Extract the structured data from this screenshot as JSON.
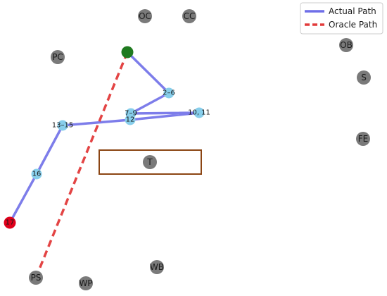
{
  "colors": {
    "landmark": "#7a7a7a",
    "path_node": "#87ceeb",
    "start_node": "#1f7a1f",
    "end_node": "#e0001b",
    "actual_path": "#6f6fe8",
    "oracle_path": "#e23b3b",
    "table_outline": "#8b4513"
  },
  "legend": [
    {
      "label": "Actual Path",
      "style": "solid",
      "color": "#6f6fe8"
    },
    {
      "label": "Oracle Path",
      "style": "dashed",
      "color": "#e23b3b"
    }
  ],
  "landmarks": [
    {
      "label": "OC"
    },
    {
      "label": "CC"
    },
    {
      "label": "OB"
    },
    {
      "label": "PC"
    },
    {
      "label": "S"
    },
    {
      "label": "FE"
    },
    {
      "label": "T"
    },
    {
      "label": "WB"
    },
    {
      "label": "PS"
    },
    {
      "label": "WP"
    }
  ],
  "path_nodes": [
    {
      "label": "",
      "kind": "start"
    },
    {
      "label": "2–6",
      "kind": "step"
    },
    {
      "label": "7–9",
      "kind": "step"
    },
    {
      "label": "10, 11",
      "kind": "step"
    },
    {
      "label": "12",
      "kind": "step"
    },
    {
      "label": "13–15",
      "kind": "step"
    },
    {
      "label": "16",
      "kind": "step"
    },
    {
      "label": "17",
      "kind": "end"
    }
  ]
}
